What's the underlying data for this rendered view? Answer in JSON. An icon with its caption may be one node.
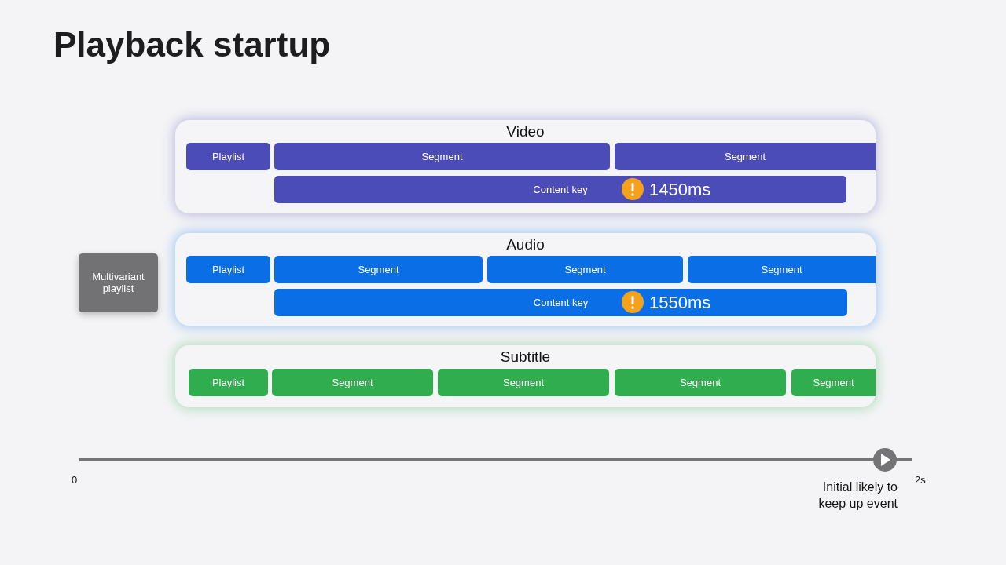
{
  "diagram": {
    "title": "Playback startup",
    "nodes": [
      {
        "text": [
          "Multivariant playlist"
        ]
      },
      {
        "text": [
          "Video"
        ]
      },
      {
        "text": [
          "Playlist"
        ],
        "in": 1
      },
      {
        "text": [
          "Segment"
        ],
        "in": 1
      },
      {
        "text": [
          "Segment"
        ],
        "in": 1
      },
      {
        "text": [
          "Content key",
          "1450ms"
        ],
        "in": 1
      },
      {
        "text": [
          "Audio"
        ]
      },
      {
        "text": [
          "Playlist"
        ],
        "in": 6
      },
      {
        "text": [
          "Segment"
        ],
        "in": 6
      },
      {
        "text": [
          "Segment"
        ],
        "in": 6
      },
      {
        "text": [
          "Segment"
        ],
        "in": 6
      },
      {
        "text": [
          "Content key",
          "1550ms"
        ],
        "in": 6
      },
      {
        "text": [
          "Subtitle"
        ]
      },
      {
        "text": [
          "Playlist"
        ],
        "in": 12
      },
      {
        "text": [
          "Segment"
        ],
        "in": 12
      },
      {
        "text": [
          "Segment"
        ],
        "in": 12
      },
      {
        "text": [
          "Segment"
        ],
        "in": 12
      },
      {
        "text": [
          "Segment"
        ],
        "in": 12
      }
    ],
    "edges": [],
    "labels": [
      "0",
      "2s",
      "Initial likely to keep up event"
    ]
  }
}
